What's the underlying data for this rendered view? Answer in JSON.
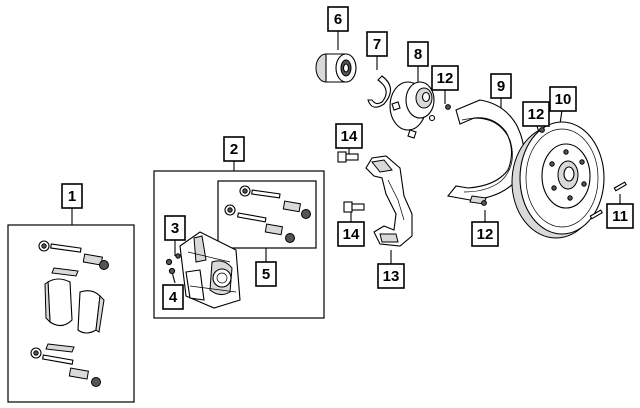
{
  "callouts": [
    {
      "id": "1",
      "label": "1"
    },
    {
      "id": "2",
      "label": "2"
    },
    {
      "id": "3",
      "label": "3"
    },
    {
      "id": "4",
      "label": "4"
    },
    {
      "id": "5",
      "label": "5"
    },
    {
      "id": "6",
      "label": "6"
    },
    {
      "id": "7",
      "label": "7"
    },
    {
      "id": "8",
      "label": "8"
    },
    {
      "id": "9",
      "label": "9"
    },
    {
      "id": "10",
      "label": "10"
    },
    {
      "id": "11",
      "label": "11"
    },
    {
      "id": "12a",
      "label": "12"
    },
    {
      "id": "12b",
      "label": "12"
    },
    {
      "id": "12c",
      "label": "12"
    },
    {
      "id": "13",
      "label": "13"
    },
    {
      "id": "14a",
      "label": "14"
    },
    {
      "id": "14b",
      "label": "14"
    }
  ]
}
